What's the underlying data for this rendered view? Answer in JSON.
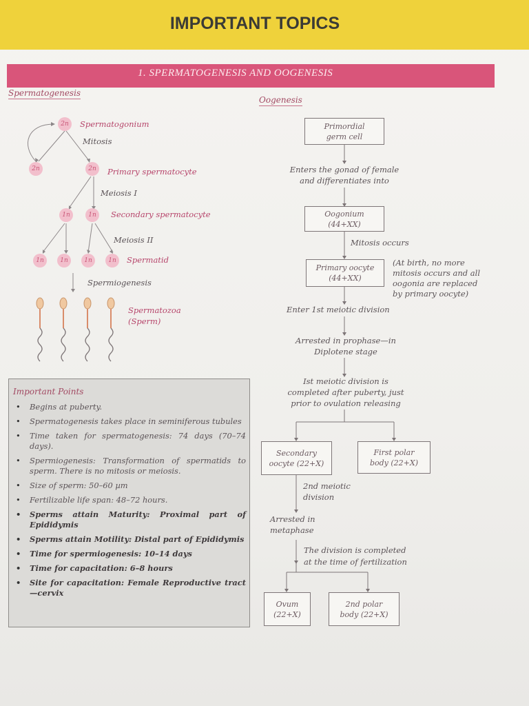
{
  "header": {
    "title": "IMPORTANT TOPICS",
    "section": "1. SPERMATOGENESIS AND OOGENESIS"
  },
  "spermatogenesis": {
    "heading": "Spermatogenesis",
    "labels": {
      "spermatogonium": "Spermatogonium",
      "mitosis": "Mitosis",
      "primary": "Primary spermatocyte",
      "meiosis1": "Meiosis I",
      "secondary": "Secondary spermatocyte",
      "meiosis2": "Meiosis II",
      "spermatid": "Spermatid",
      "spermiogenesis": "Spermiogenesis",
      "spermatozoa": "Spermatozoa",
      "sperm": "(Sperm)"
    },
    "ploidy": {
      "diploid": "2n",
      "haploid": "1n"
    }
  },
  "important_points": {
    "title": "Important Points",
    "items": [
      "Begins at puberty.",
      "Spermatogenesis takes place in seminiferous tubules",
      "Time taken for spermatogenesis: 74 days (70–74 days).",
      "Spermiogenesis: Transformation of spermatids to sperm. There is no mitosis or meiosis.",
      "Size of sperm: 50–60 µm",
      "Fertilizable life span: 48–72 hours.",
      "Sperms attain Maturity: Proximal part of Epididymis",
      "Sperms attain Motility: Distal part of Epididymis",
      "Time for spermiogenesis: 10–14 days",
      "Time for capacitation: 6–8 hours",
      "Site for capacitation: Female Reproductive tract—cervix"
    ]
  },
  "oogenesis": {
    "heading": "Oogenesis",
    "primordial": [
      "Primordial",
      "germ cell"
    ],
    "enters": [
      "Enters the gonad of female",
      "and differentiates into"
    ],
    "oogonium": [
      "Oogonium",
      "(44+XX)"
    ],
    "mitosis": "Mitosis occurs",
    "primary_oocyte": [
      "Primary oocyte",
      "(44+XX)"
    ],
    "birth_note": [
      "(At birth, no more",
      "mitosis occurs and all",
      "oogonia are replaced",
      "by primary oocyte)"
    ],
    "enter_meiotic": "Enter 1st meiotic division",
    "arrested_prophase": [
      "Arrested in prophase—in",
      "Diplotene stage"
    ],
    "meiotic_completed": [
      "Ist meiotic division is",
      "completed after puberty, just",
      "prior to ovulation releasing"
    ],
    "secondary_oocyte": [
      "Secondary",
      "oocyte (22+X)"
    ],
    "first_polar": [
      "First polar",
      "body (22+X)"
    ],
    "second_meiotic": [
      "2nd meiotic",
      "division"
    ],
    "arrested_metaphase": [
      "Arrested in",
      "metaphase"
    ],
    "division_completed": [
      "The division is completed",
      "at the time of fertilization"
    ],
    "ovum": [
      "Ovum",
      "(22+X)"
    ],
    "second_polar": [
      "2nd polar",
      "body (22+X)"
    ]
  },
  "colors": {
    "header": "#efd23b",
    "section_bar": "#d9557a",
    "cell": "#f2bfcc",
    "pink_text": "#b6446a"
  }
}
